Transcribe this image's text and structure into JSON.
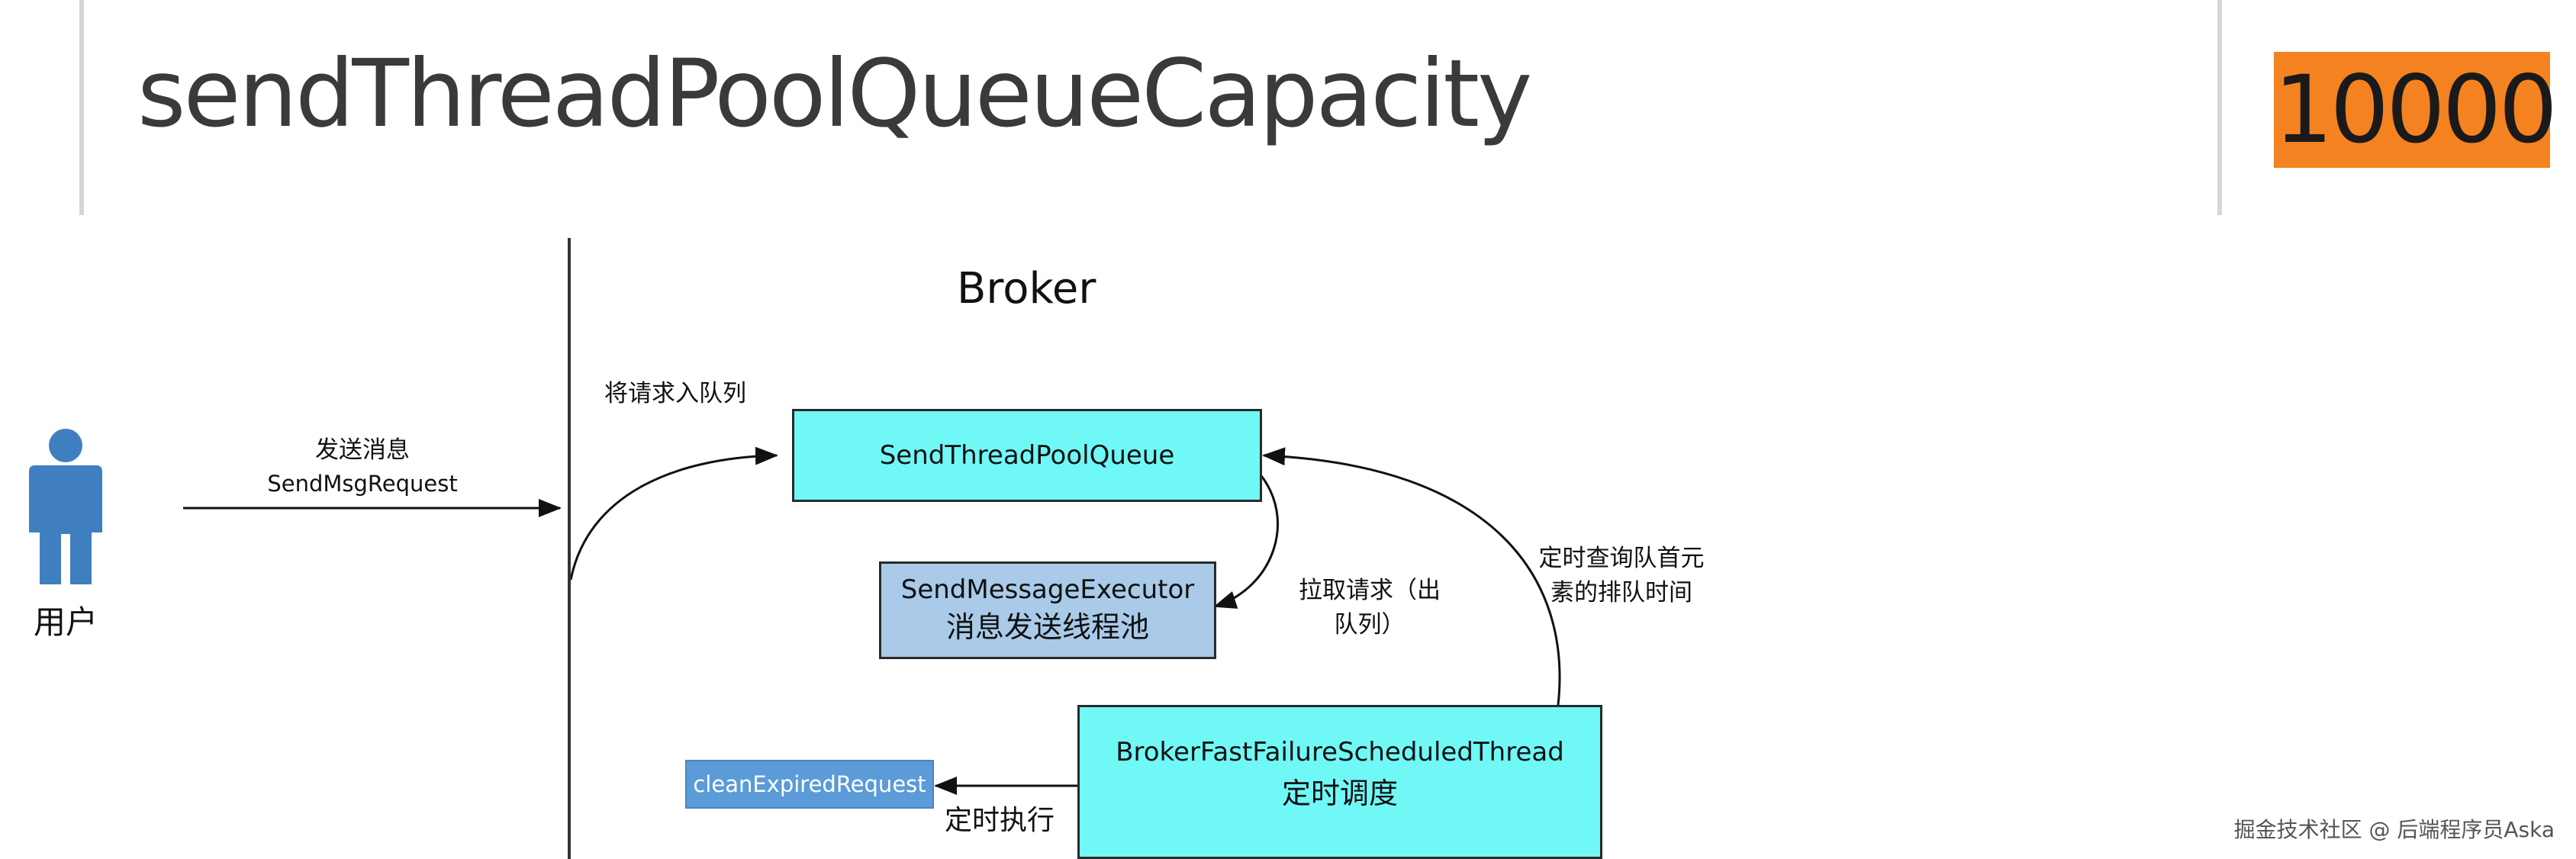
{
  "banner": {
    "param_name": "sendThreadPoolQueueCapacity",
    "param_value": "10000",
    "value_color": "#f58220"
  },
  "diagram": {
    "title": "Broker",
    "user_label": "用户",
    "send_label_line1": "发送消息",
    "send_label_line2": "SendMsgRequest",
    "enqueue_label": "将请求入队列",
    "queue_box": "SendThreadPoolQueue",
    "executor_box_line1": "SendMessageExecutor",
    "executor_box_line2": "消息发送线程池",
    "pull_label_line1": "拉取请求（出",
    "pull_label_line2": "队列）",
    "query_label_line1": "定时查询队首元",
    "query_label_line2": "素的排队时间",
    "scheduler_box_line1": "BrokerFastFailureScheduledThread",
    "scheduler_box_line2": "定时调度",
    "clean_box": "cleanExpiredRequest",
    "exec_label": "定时执行"
  },
  "colors": {
    "cyan_box": "#6ff8f6",
    "blue_box": "#a9cae8",
    "clean_box": "#5b9bd8",
    "user_icon": "#3f7fc0"
  },
  "watermark": "掘金技术社区 @ 后端程序员Aska"
}
